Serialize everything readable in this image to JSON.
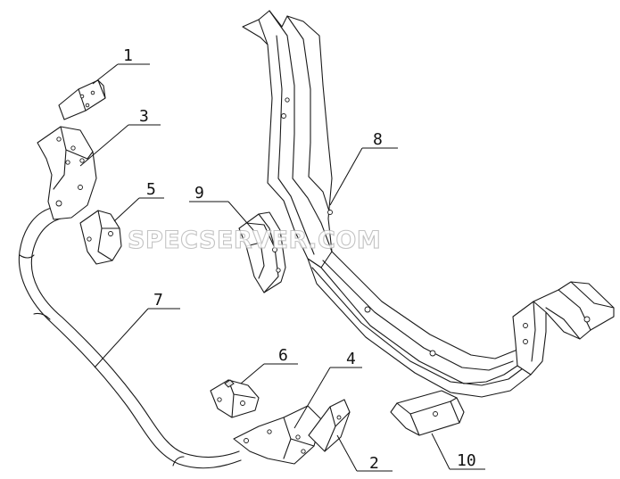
{
  "callouts": [
    {
      "id": "1",
      "text": "1"
    },
    {
      "id": "2",
      "text": "2"
    },
    {
      "id": "3",
      "text": "3"
    },
    {
      "id": "4",
      "text": "4"
    },
    {
      "id": "5",
      "text": "5"
    },
    {
      "id": "6",
      "text": "6"
    },
    {
      "id": "7",
      "text": "7"
    },
    {
      "id": "8",
      "text": "8"
    },
    {
      "id": "9",
      "text": "9"
    },
    {
      "id": "10",
      "text": "10"
    }
  ],
  "watermark": "SPECSERVER.COM"
}
